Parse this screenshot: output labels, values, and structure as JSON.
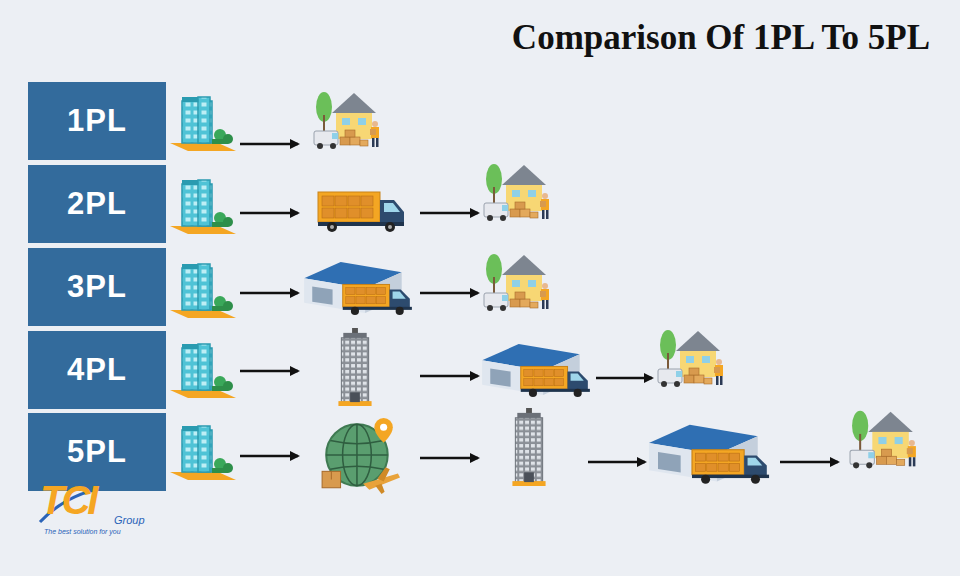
{
  "diagram": {
    "title": "Comparison Of 1PL To 5PL",
    "nodes": [
      {
        "text": [
          "1PL"
        ]
      },
      {
        "text": [
          "2PL"
        ]
      },
      {
        "text": [
          "3PL"
        ]
      },
      {
        "text": [
          "4PL"
        ]
      },
      {
        "text": [
          "5PL"
        ]
      }
    ],
    "labels": [
      "TCI",
      "Group",
      "The best solution for you"
    ]
  }
}
